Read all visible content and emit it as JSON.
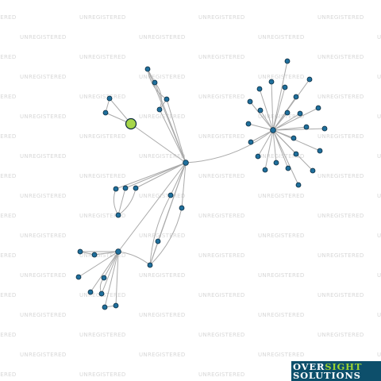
{
  "watermark": {
    "text": "UNREGISTERED",
    "color": "#d7d7d7"
  },
  "logo": {
    "line1_part1": "OVER",
    "line1_part2": "SIGHT",
    "line2": "SOLUTIONS",
    "background": "#0d4f6b",
    "accent": "#9cd432"
  },
  "graph": {
    "edge_color": "#aaaaaa",
    "node_color": "#1f6f9c",
    "node_stroke": "#0b2a3d",
    "focus_color": "#a6d64a",
    "focus_node": "focus",
    "nodes": [
      {
        "id": "focus"
      },
      {
        "id": "center"
      },
      {
        "id": "hub"
      },
      {
        "id": "hubL"
      },
      {
        "id": "A1"
      },
      {
        "id": "A2"
      },
      {
        "id": "B1"
      },
      {
        "id": "B2"
      },
      {
        "id": "B3"
      },
      {
        "id": "B4"
      },
      {
        "id": "C1"
      },
      {
        "id": "C2"
      },
      {
        "id": "C3"
      },
      {
        "id": "C4"
      },
      {
        "id": "D1"
      },
      {
        "id": "D2"
      },
      {
        "id": "D3"
      },
      {
        "id": "D4"
      },
      {
        "id": "L1"
      },
      {
        "id": "L2"
      },
      {
        "id": "L3"
      },
      {
        "id": "L4"
      },
      {
        "id": "L5"
      },
      {
        "id": "L6"
      },
      {
        "id": "L7"
      },
      {
        "id": "L8"
      },
      {
        "id": "H1"
      },
      {
        "id": "H2"
      },
      {
        "id": "H3"
      },
      {
        "id": "H4"
      },
      {
        "id": "H5"
      },
      {
        "id": "H6"
      },
      {
        "id": "H7"
      },
      {
        "id": "H8"
      },
      {
        "id": "H9"
      },
      {
        "id": "H10"
      },
      {
        "id": "H11"
      },
      {
        "id": "H12"
      },
      {
        "id": "H13"
      },
      {
        "id": "H14"
      },
      {
        "id": "H15"
      },
      {
        "id": "H16"
      },
      {
        "id": "H17"
      },
      {
        "id": "H18"
      },
      {
        "id": "H19"
      },
      {
        "id": "H20"
      },
      {
        "id": "H21"
      },
      {
        "id": "H22"
      },
      {
        "id": "H23"
      },
      {
        "id": "H24"
      }
    ],
    "edges": [
      {
        "from": "focus",
        "to": "center"
      },
      {
        "from": "focus",
        "to": "A1"
      },
      {
        "from": "focus",
        "to": "A2"
      },
      {
        "from": "A1",
        "to": "A2"
      },
      {
        "from": "center",
        "to": "hub"
      },
      {
        "from": "center",
        "to": "hubL"
      },
      {
        "from": "center",
        "to": "B1"
      },
      {
        "from": "center",
        "to": "B2"
      },
      {
        "from": "center",
        "to": "B3"
      },
      {
        "from": "center",
        "to": "B4"
      },
      {
        "from": "B1",
        "to": "B2"
      },
      {
        "from": "B1",
        "to": "B3"
      },
      {
        "from": "B2",
        "to": "B4"
      },
      {
        "from": "B3",
        "to": "B4"
      },
      {
        "from": "center",
        "to": "C1"
      },
      {
        "from": "center",
        "to": "C2"
      },
      {
        "from": "center",
        "to": "C3"
      },
      {
        "from": "C1",
        "to": "C4"
      },
      {
        "from": "C2",
        "to": "C4"
      },
      {
        "from": "C3",
        "to": "C4"
      },
      {
        "from": "center",
        "to": "D1"
      },
      {
        "from": "center",
        "to": "D2"
      },
      {
        "from": "center",
        "to": "D3"
      },
      {
        "from": "center",
        "to": "D4"
      },
      {
        "from": "D3",
        "to": "D4"
      },
      {
        "from": "D1",
        "to": "D4"
      },
      {
        "from": "D2",
        "to": "D4"
      },
      {
        "from": "D4",
        "to": "hubL"
      },
      {
        "from": "hubL",
        "to": "L1"
      },
      {
        "from": "hubL",
        "to": "L2"
      },
      {
        "from": "hubL",
        "to": "L3"
      },
      {
        "from": "hubL",
        "to": "L4"
      },
      {
        "from": "hubL",
        "to": "L5"
      },
      {
        "from": "hubL",
        "to": "L6"
      },
      {
        "from": "hubL",
        "to": "L7"
      },
      {
        "from": "hubL",
        "to": "L8"
      },
      {
        "from": "L1",
        "to": "L2"
      },
      {
        "from": "L5",
        "to": "L6"
      },
      {
        "from": "L7",
        "to": "L8"
      },
      {
        "from": "hub",
        "to": "H1"
      },
      {
        "from": "hub",
        "to": "H2"
      },
      {
        "from": "hub",
        "to": "H3"
      },
      {
        "from": "hub",
        "to": "H4"
      },
      {
        "from": "hub",
        "to": "H5"
      },
      {
        "from": "hub",
        "to": "H6"
      },
      {
        "from": "hub",
        "to": "H7"
      },
      {
        "from": "hub",
        "to": "H8"
      },
      {
        "from": "hub",
        "to": "H9"
      },
      {
        "from": "hub",
        "to": "H10"
      },
      {
        "from": "hub",
        "to": "H11"
      },
      {
        "from": "hub",
        "to": "H12"
      },
      {
        "from": "hub",
        "to": "H13"
      },
      {
        "from": "hub",
        "to": "H14"
      },
      {
        "from": "hub",
        "to": "H15"
      },
      {
        "from": "hub",
        "to": "H16"
      },
      {
        "from": "hub",
        "to": "H17"
      },
      {
        "from": "hub",
        "to": "H18"
      },
      {
        "from": "hub",
        "to": "H19"
      },
      {
        "from": "hub",
        "to": "H20"
      },
      {
        "from": "hub",
        "to": "H21"
      },
      {
        "from": "hub",
        "to": "H22"
      },
      {
        "from": "hub",
        "to": "H23"
      },
      {
        "from": "hub",
        "to": "H24"
      }
    ]
  }
}
